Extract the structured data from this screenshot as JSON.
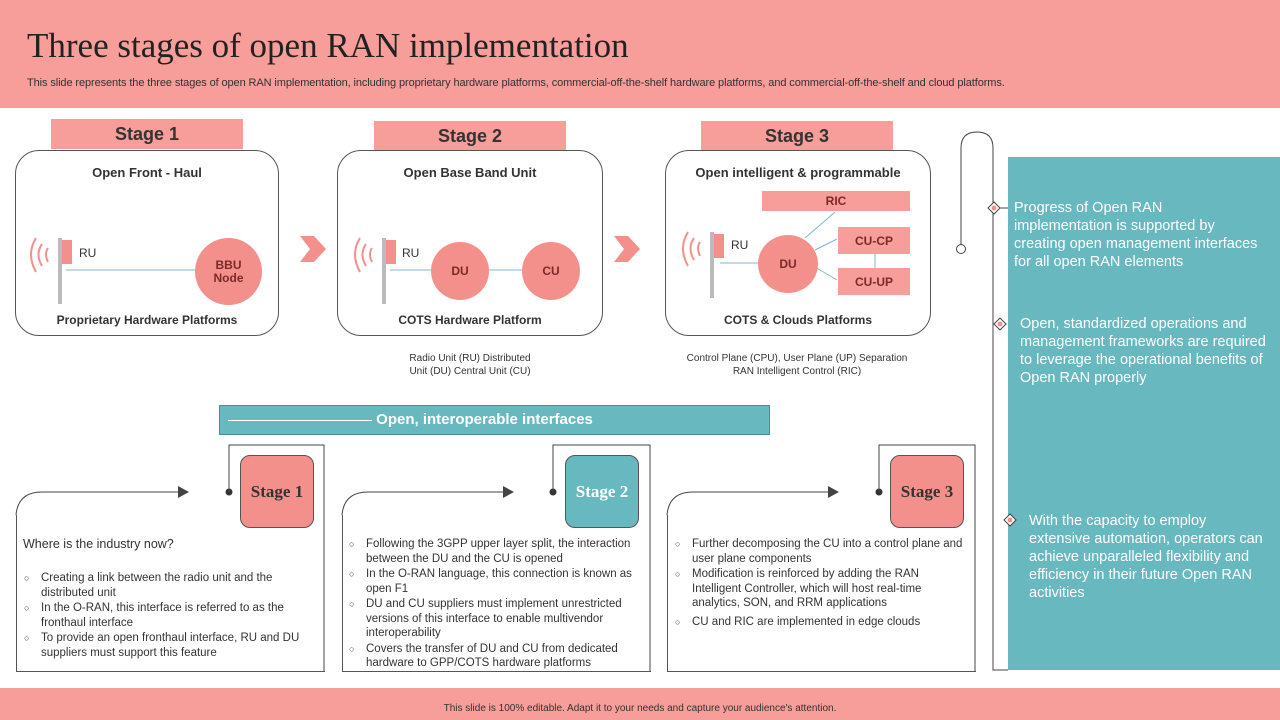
{
  "slide": {
    "title": "Three stages of open RAN implementation",
    "subtitle": "This slide represents the three stages of open RAN implementation, including proprietary hardware platforms, commercial-off-the-shelf hardware platforms, and commercial-off-the-shelf and cloud platforms.",
    "footer": "This slide is 100% editable.  Adapt it to your needs and capture your audience's attention."
  },
  "stages": [
    {
      "tab": "Stage 1",
      "title": "Open Front - Haul",
      "footer": "Proprietary Hardware Platforms",
      "ru": "RU",
      "node": "BBU Node"
    },
    {
      "tab": "Stage 2",
      "title": "Open Base Band Unit",
      "footer": "COTS  Hardware Platform",
      "ru": "RU",
      "du": "DU",
      "cu": "CU",
      "caption_1": "Radio Unit (RU) Distributed",
      "caption_2": "Unit (DU) Central Unit (CU)"
    },
    {
      "tab": "Stage 3",
      "title": "Open intelligent & programmable",
      "footer": "COTS  & Clouds  Platforms",
      "ru": "RU",
      "du": "DU",
      "ric": "RIC",
      "cucp": "CU-CP",
      "cuup": "CU-UP",
      "caption_1": "Control Plane  (CPU), User Plane (UP) Separation",
      "caption_2": "RAN  Intelligent  Control (RIC)"
    }
  ],
  "banner": "Open, interoperable interfaces",
  "details": [
    {
      "pill": "Stage 1",
      "heading": "Where is the industry now?",
      "bullets": [
        "Creating a link between the radio unit and the distributed unit",
        "In the O-RAN,  this interface is referred to  as the fronthaul interface",
        "To provide an open fronthaul interface, RU and DU suppliers must support this feature"
      ]
    },
    {
      "pill": "Stage 2",
      "bullets": [
        "Following the 3GPP upper layer split, the interaction between the DU and the CU is opened",
        "In the O-RAN language, this connection is known as open F1",
        "DU and CU suppliers must implement unrestricted versions of this interface to enable multivendor interoperability",
        "Covers the transfer of DU and CU from dedicated hardware to GPP/COTS hardware platforms"
      ]
    },
    {
      "pill": "Stage 3",
      "bullets": [
        "Further decomposing the CU into a control plane and user plane components",
        "Modification is reinforced by adding the RAN Intelligent Controller, which will host real-time analytics, SON,  and RRM applications",
        "CU and RIC are implemented in edge clouds"
      ]
    }
  ],
  "right_panel": [
    "Progress of Open RAN implementation is supported by creating open management interfaces for all open RAN elements",
    "Open, standardized operations and management frameworks are required to leverage the operational benefits of Open RAN properly",
    "With the capacity to employ extensive automation, operators can achieve unparalleled flexibility  and efficiency in their future Open RAN activities"
  ],
  "colors": {
    "salmon": "#f79d9a",
    "circle": "#f4908c",
    "teal": "#68b8c0"
  }
}
